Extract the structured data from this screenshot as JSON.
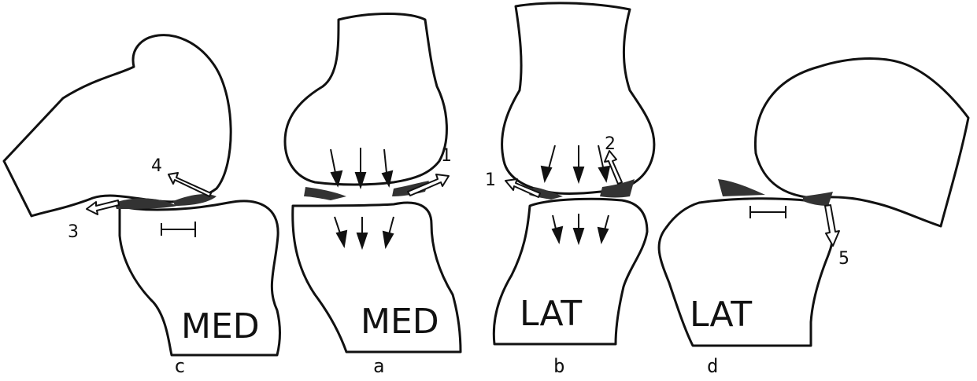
{
  "panels": [
    {
      "id": "c",
      "caption": "c",
      "region_label": "MED"
    },
    {
      "id": "a",
      "caption": "a",
      "region_label": "MED"
    },
    {
      "id": "b",
      "caption": "b",
      "region_label": "LAT"
    },
    {
      "id": "d",
      "caption": "d",
      "region_label": "LAT"
    }
  ],
  "arrow_numbers": {
    "panel_c_upper": "4",
    "panel_c_lower": "3",
    "panel_a": "1",
    "panel_b_left": "1",
    "panel_b_right": "2",
    "panel_d": "5"
  }
}
